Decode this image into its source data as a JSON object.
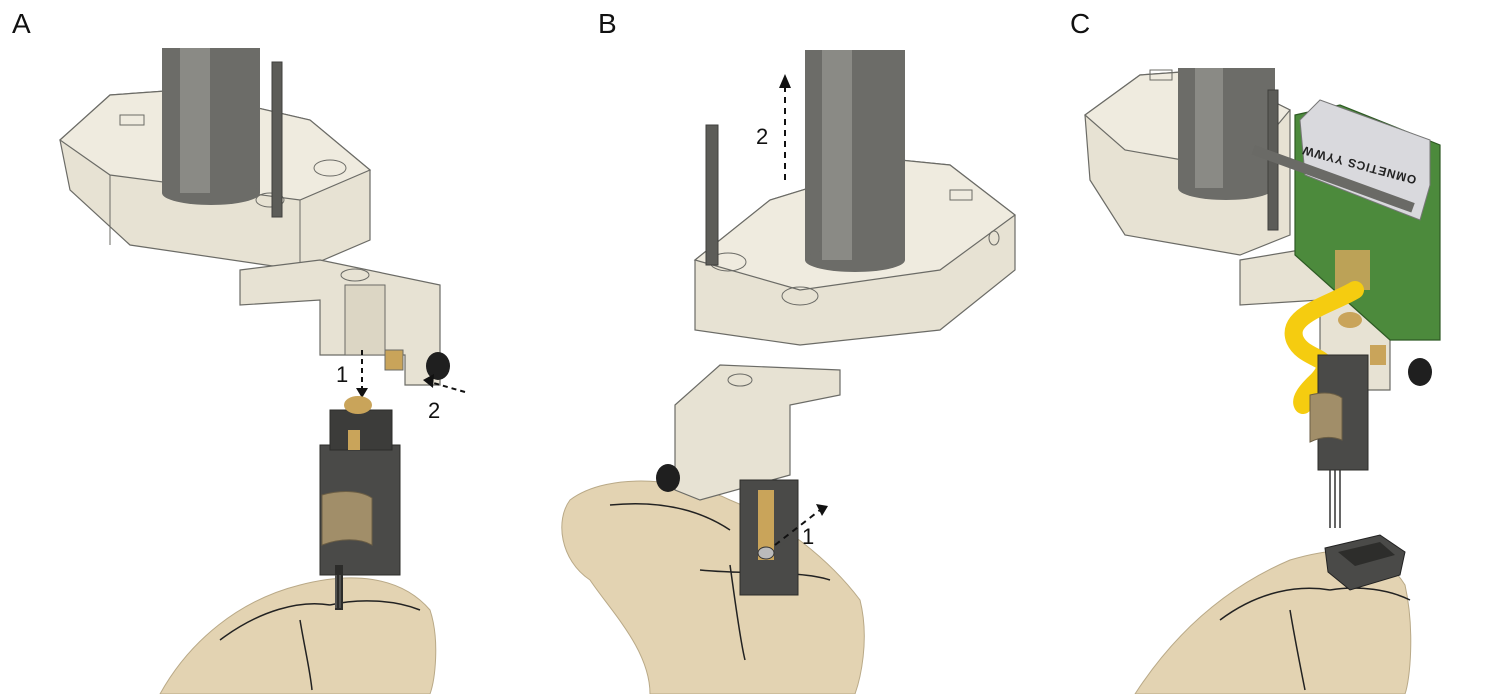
{
  "panels": [
    {
      "label": "A",
      "steps": [
        "1",
        "2"
      ]
    },
    {
      "label": "B",
      "steps": [
        "2",
        "1"
      ]
    },
    {
      "label": "C",
      "steps": [],
      "connector_text": "OMNETICS YYWW"
    }
  ],
  "colors": {
    "plastic": "#e7e2d3",
    "plastic_edge": "#6b6b66",
    "rod": "#6c6c68",
    "skull": "#e3d3b2",
    "dark_part": "#4a4a48",
    "pcb": "#4c8a3c",
    "flex_cable": "#f5cc10",
    "brass": "#c9a45a"
  }
}
